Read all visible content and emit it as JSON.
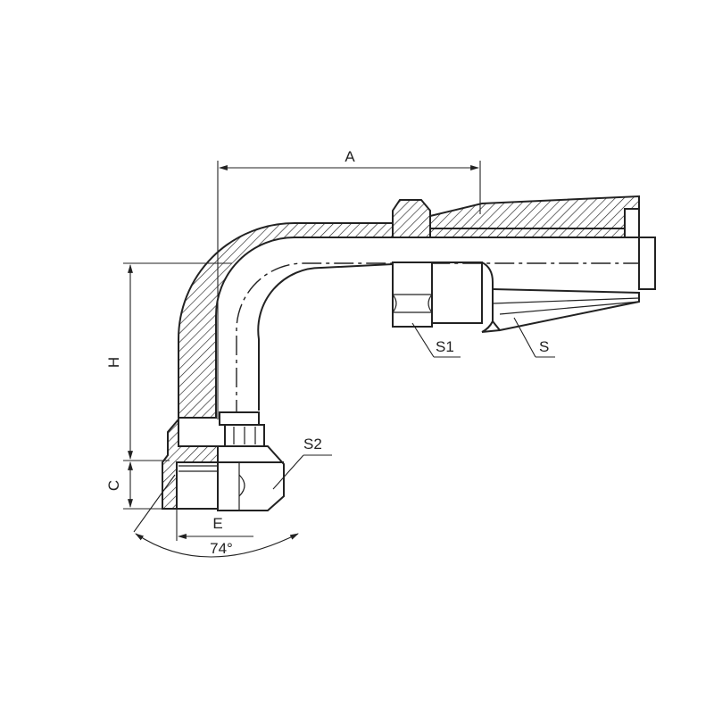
{
  "labels": {
    "A": "A",
    "H": "H",
    "C": "C",
    "E": "E",
    "S": "S",
    "S1": "S1",
    "S2": "S2",
    "angle": "74°"
  },
  "colors": {
    "line": "#222222",
    "background": "#ffffff"
  }
}
